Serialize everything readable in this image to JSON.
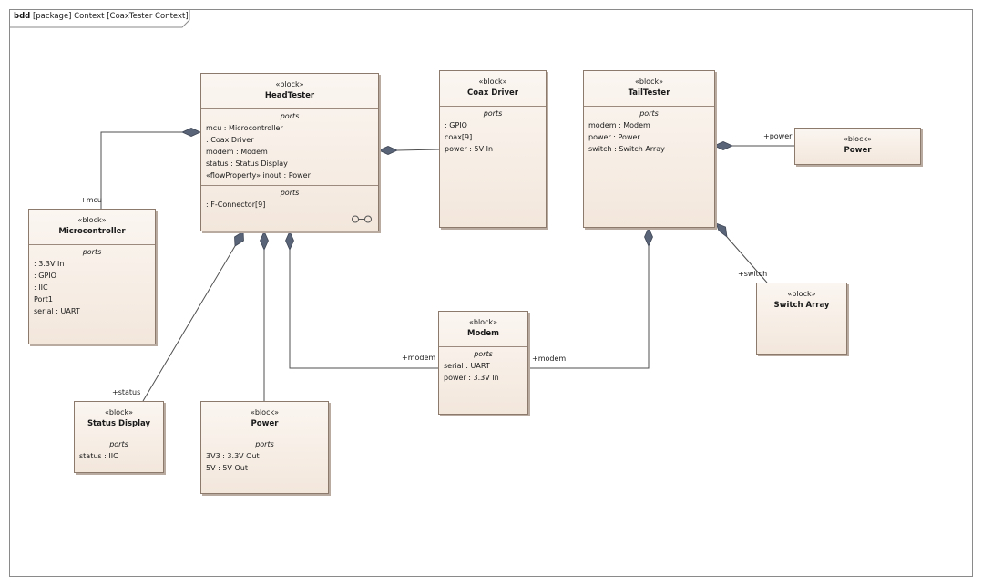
{
  "frame": {
    "kind": "bdd",
    "title": "[package] Context [CoaxTester Context]"
  },
  "blocks": {
    "headtester": {
      "stereotype": "«block»",
      "name": "HeadTester",
      "ports_title": "ports",
      "ports": [
        "mcu : Microcontroller",
        " : Coax Driver",
        "modem : Modem",
        "status : Status Display",
        "«flowProperty» inout  : Power"
      ],
      "ports2_title": "ports",
      "ports2": [
        " : F-Connector[9]"
      ]
    },
    "coaxdriver": {
      "stereotype": "«block»",
      "name": "Coax Driver",
      "ports_title": "ports",
      "ports": [
        " : GPIO",
        "coax[9]",
        "power : 5V In"
      ]
    },
    "tailtester": {
      "stereotype": "«block»",
      "name": "TailTester",
      "ports_title": "ports",
      "ports": [
        "modem : Modem",
        "power : Power",
        "switch : Switch Array"
      ]
    },
    "power_right": {
      "stereotype": "«block»",
      "name": "Power"
    },
    "microcontroller": {
      "stereotype": "«block»",
      "name": "Microcontroller",
      "ports_title": "ports",
      "ports": [
        " : 3.3V In",
        " : GPIO",
        " : IIC",
        "Port1",
        "serial : UART"
      ]
    },
    "switcharray": {
      "stereotype": "«block»",
      "name": "Switch Array"
    },
    "modem": {
      "stereotype": "«block»",
      "name": "Modem",
      "ports_title": "ports",
      "ports": [
        "serial : UART",
        "power : 3.3V In"
      ]
    },
    "statusdisplay": {
      "stereotype": "«block»",
      "name": "Status Display",
      "ports_title": "ports",
      "ports": [
        "status : IIC"
      ]
    },
    "power_bottom": {
      "stereotype": "«block»",
      "name": "Power",
      "ports_title": "ports",
      "ports": [
        "3V3 : 3.3V Out",
        "5V : 5V Out"
      ]
    }
  },
  "roles": {
    "mcu": "+mcu",
    "power": "+power",
    "switch": "+switch",
    "status": "+status",
    "modem_left": "+modem",
    "modem_right": "+modem"
  },
  "colors": {
    "line": "#4f4f4f",
    "diamond": "#5a6478",
    "block_border": "#8c7a6c"
  }
}
